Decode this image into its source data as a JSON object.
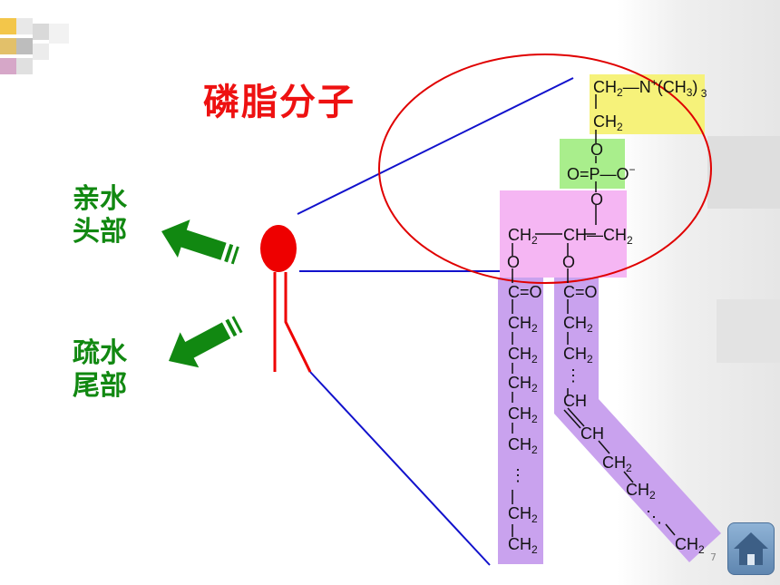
{
  "title": "磷脂分子",
  "head_label": [
    "亲水",
    "头部"
  ],
  "tail_label": [
    "疏水",
    "尾部"
  ],
  "page_number": "7",
  "colors": {
    "title": "#ee1111",
    "labels": "#118811",
    "choline": "#f6f27a",
    "phosphate": "#a9ee8c",
    "glycerol": "#f5b6f3",
    "fatty_acid": "#c9a2ee",
    "circle": "#e00000",
    "lines": "#1111cc"
  },
  "icons": [
    "arrow-left-icon",
    "home-icon"
  ]
}
